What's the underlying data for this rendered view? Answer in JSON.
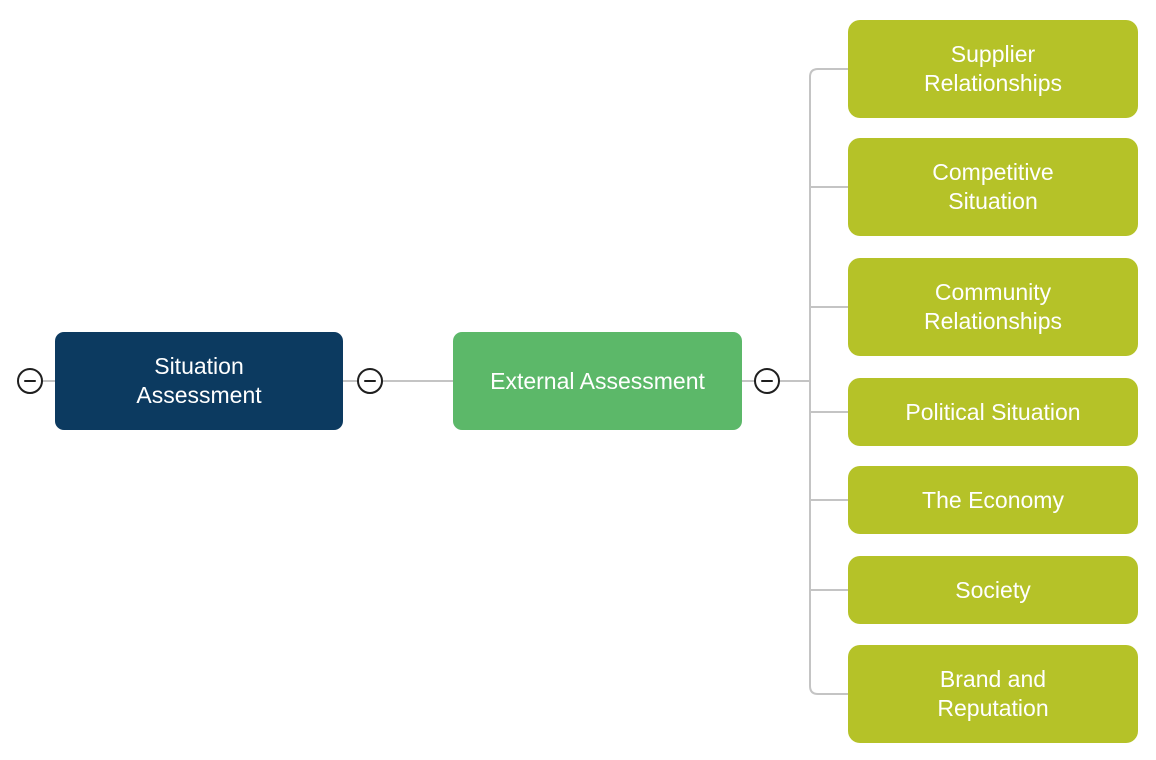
{
  "colors": {
    "root_fill": "#0c3a60",
    "branch_fill": "#5cb869",
    "subtopic_fill": "#b5c228",
    "text": "#ffffff",
    "connector": "#c4c4c4",
    "collapse_border": "#1f1f1f",
    "canvas_bg": "#ffffff"
  },
  "icons": {
    "collapse": "minus-circle-icon"
  },
  "mindmap": {
    "root": {
      "label": "Situation\nAssessment"
    },
    "branch": {
      "label": "External Assessment"
    },
    "subtopics": [
      {
        "label": "Supplier\nRelationships"
      },
      {
        "label": "Competitive\nSituation"
      },
      {
        "label": "Community\nRelationships"
      },
      {
        "label": "Political Situation"
      },
      {
        "label": "The Economy"
      },
      {
        "label": "Society"
      },
      {
        "label": "Brand and\nReputation"
      }
    ]
  }
}
